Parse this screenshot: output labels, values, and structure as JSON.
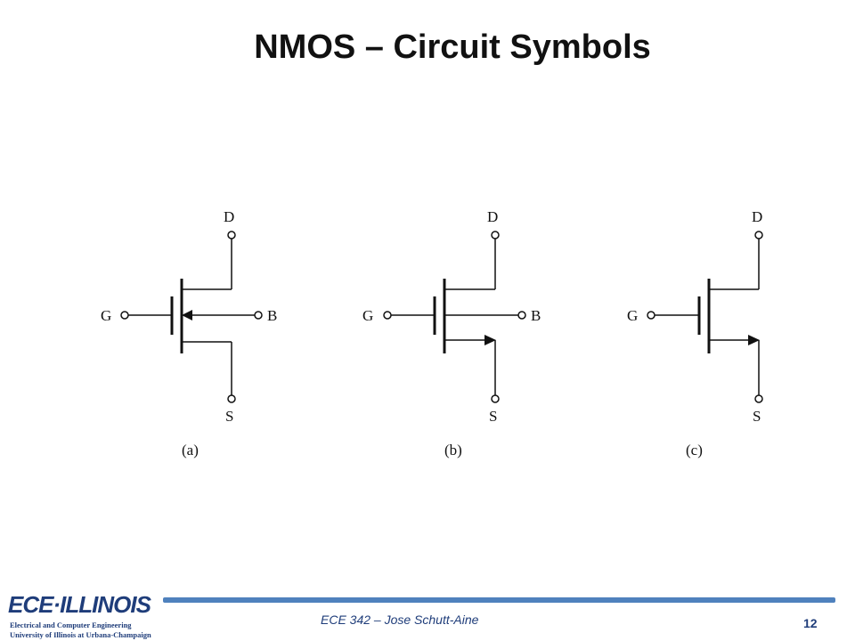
{
  "slide": {
    "title": "NMOS – Circuit Symbols",
    "footer": "ECE 342 – Jose Schutt-Aine",
    "page_number": "12"
  },
  "logo": {
    "main_left": "ECE",
    "main_right": "ILLINOIS",
    "line1": "Electrical and Computer Engineering",
    "line2": "University of Illinois at Urbana-Champaign"
  },
  "symbols": {
    "a": {
      "drain": "D",
      "gate": "G",
      "body": "B",
      "source": "S",
      "caption": "(a)"
    },
    "b": {
      "drain": "D",
      "gate": "G",
      "body": "B",
      "source": "S",
      "caption": "(b)"
    },
    "c": {
      "drain": "D",
      "gate": "G",
      "source": "S",
      "caption": "(c)"
    }
  },
  "colors": {
    "accent_bar": "#4f81bd",
    "footer_text": "#1f3d7a"
  }
}
